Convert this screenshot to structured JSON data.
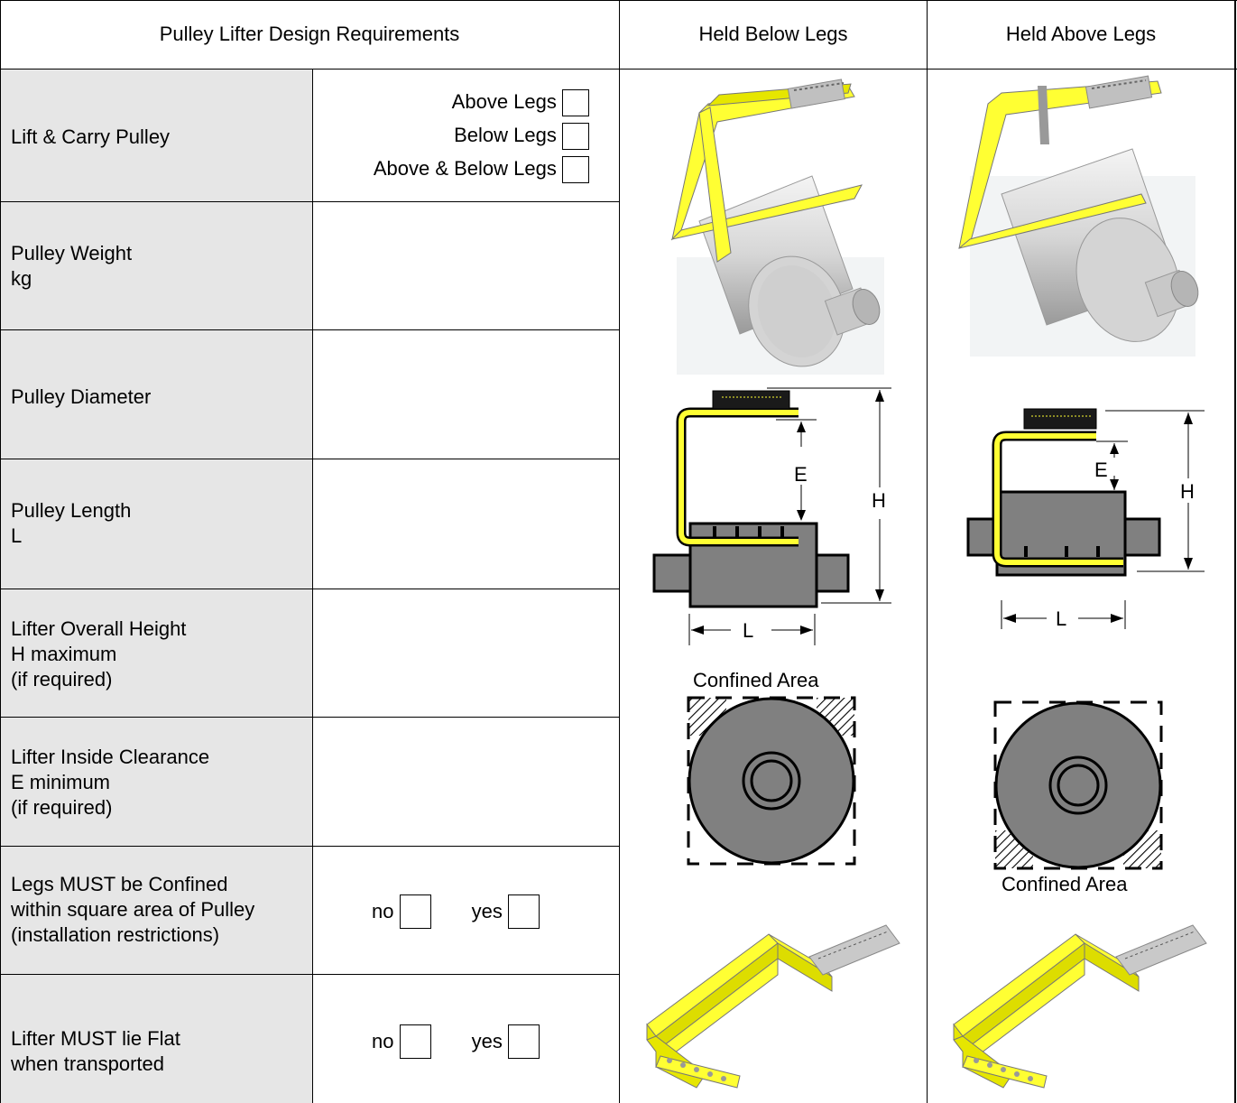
{
  "header": {
    "requirements": "Pulley Lifter Design Requirements",
    "below": "Held Below Legs",
    "above": "Held Above Legs"
  },
  "rows": [
    {
      "lines": [
        "Lift & Carry Pulley"
      ]
    },
    {
      "lines": [
        "Pulley Weight",
        "kg"
      ]
    },
    {
      "lines": [
        "Pulley Diameter"
      ]
    },
    {
      "lines": [
        "Pulley Length",
        "L"
      ]
    },
    {
      "lines": [
        "Lifter Overall Height",
        "H maximum",
        "(if required)"
      ]
    },
    {
      "lines": [
        "Lifter Inside Clearance",
        "E minimum",
        "(if required)"
      ]
    },
    {
      "lines": [
        "Legs MUST be Confined",
        "within square area of Pulley",
        "(installation restrictions)"
      ]
    },
    {
      "lines": [
        "Lifter MUST lie Flat",
        "when transported"
      ]
    }
  ],
  "lift_options": [
    "Above Legs",
    "Below Legs",
    "Above & Below Legs"
  ],
  "yes_no": {
    "no": "no",
    "yes": "yes"
  },
  "diagram": {
    "dim_e": "E",
    "dim_h": "H",
    "dim_l": "L",
    "confined_area": "Confined Area"
  },
  "colors": {
    "lifter_yellow": "#ffff33",
    "pulley_grey": "#808080",
    "header_grey": "#e6e6e6"
  }
}
